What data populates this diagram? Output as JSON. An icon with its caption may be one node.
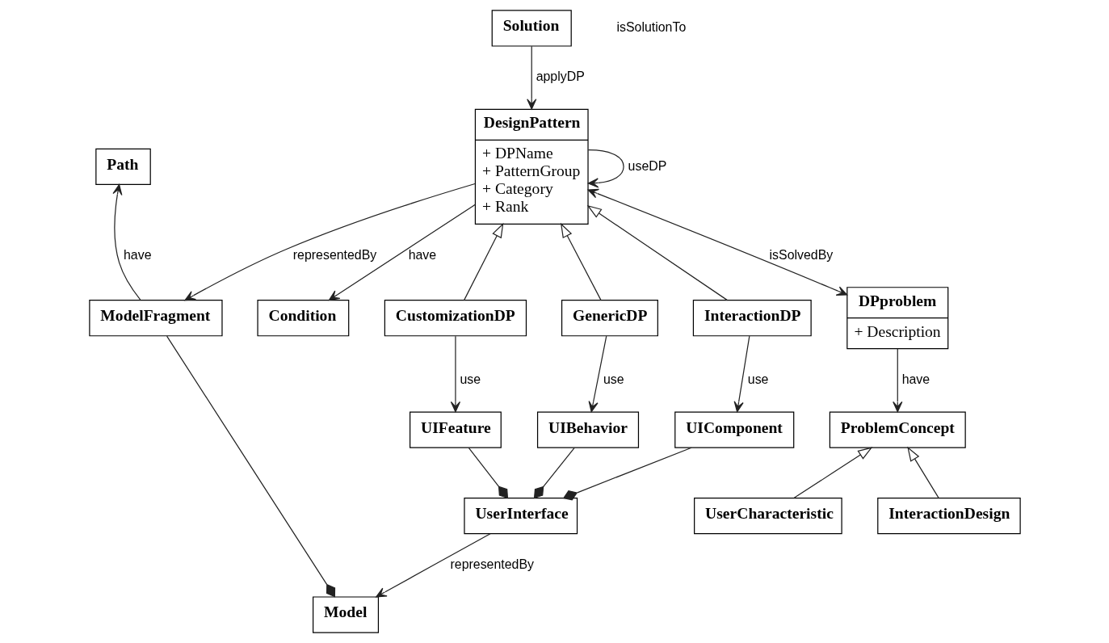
{
  "diagram": {
    "nodes": [
      {
        "text": [
          "DesignPattern",
          "+ DPName",
          "+ PatternGroup",
          "+ Category",
          "+ Rank"
        ]
      },
      {
        "text": [
          "Condition"
        ]
      },
      {
        "text": [
          "Solution"
        ]
      },
      {
        "text": [
          "Path"
        ]
      },
      {
        "text": [
          "ModelFragment"
        ]
      },
      {
        "text": [
          "CustomizationDP"
        ]
      },
      {
        "text": [
          "GenericDP"
        ]
      },
      {
        "text": [
          "InteractionDP"
        ]
      },
      {
        "text": [
          "DPproblem",
          "+ Description"
        ]
      },
      {
        "text": [
          "UIFeature"
        ]
      },
      {
        "text": [
          "UIBehavior"
        ]
      },
      {
        "text": [
          "UIComponent"
        ]
      },
      {
        "text": [
          "ProblemConcept"
        ]
      },
      {
        "text": [
          "Model"
        ]
      },
      {
        "text": [
          "UserInterface"
        ]
      },
      {
        "text": [
          "UserCharacteristic"
        ]
      },
      {
        "text": [
          "InteractionDesign"
        ]
      }
    ],
    "edges": [
      {
        "from": 0,
        "to": 0,
        "arrow": "to",
        "label": "useDP"
      },
      {
        "from": 0,
        "to": 1,
        "arrow": "to",
        "label": "have"
      },
      {
        "from": 2,
        "to": 0,
        "arrow": "to",
        "label": "applyDP"
      },
      {
        "from": 0,
        "to": 4,
        "arrow": "to",
        "label": "representedBy"
      },
      {
        "from": 4,
        "to": 3,
        "arrow": "to",
        "label": "have"
      },
      {
        "from": 0,
        "to": 8,
        "arrow": "both",
        "label": "isSolvedBy"
      },
      {
        "from": 5,
        "to": 0,
        "arrow": "to"
      },
      {
        "from": 6,
        "to": 0,
        "arrow": "to"
      },
      {
        "from": 7,
        "to": 0,
        "arrow": "to"
      },
      {
        "from": 5,
        "to": 9,
        "arrow": "to",
        "label": "use"
      },
      {
        "from": 6,
        "to": 10,
        "arrow": "to",
        "label": "use"
      },
      {
        "from": 7,
        "to": 11,
        "arrow": "to",
        "label": "use"
      },
      {
        "from": 8,
        "to": 12,
        "arrow": "to",
        "label": "have"
      },
      {
        "from": 15,
        "to": 12,
        "arrow": "to"
      },
      {
        "from": 16,
        "to": 12,
        "arrow": "to"
      },
      {
        "from": 4,
        "to": 13,
        "arrow": "other"
      },
      {
        "from": 9,
        "to": 14,
        "arrow": "other"
      },
      {
        "from": 10,
        "to": 14,
        "arrow": "other"
      },
      {
        "from": 11,
        "to": 14,
        "arrow": "other"
      },
      {
        "from": 14,
        "to": 13,
        "arrow": "to",
        "label": "representedBy"
      }
    ],
    "labels": [
      "isSolutionTo"
    ]
  }
}
